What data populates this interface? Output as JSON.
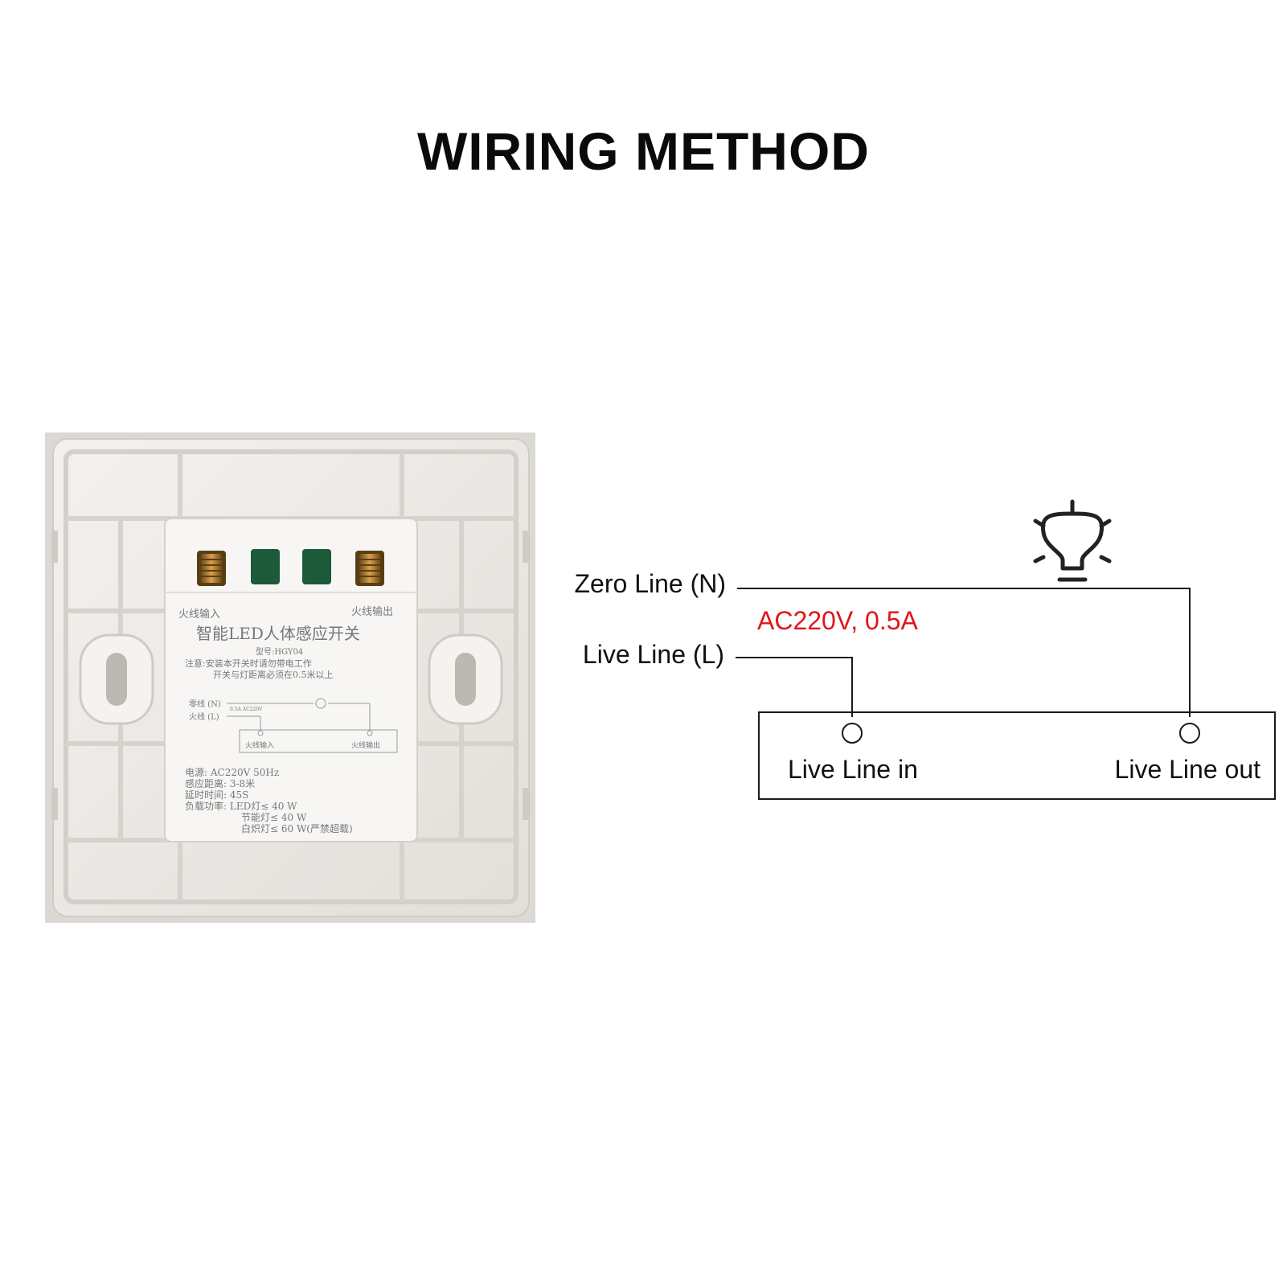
{
  "title": "WIRING METHOD",
  "diagram": {
    "zero_line_label": "Zero Line (N)",
    "live_line_label": "Live Line (L)",
    "rating_label": "AC220V, 0.5A",
    "terminal_in_label": "Live Line in",
    "terminal_out_label": "Live Line out",
    "rating_color": "#e0161c",
    "line_color": "#1a1a1a",
    "lamp_icon": "light-bulb-icon"
  },
  "device": {
    "top_left_label": "火线输入",
    "top_right_label": "火线输出",
    "product_name": "智能LED人体感应开关",
    "model": "型号:HGY04",
    "notice_line_1": "注意:安装本开关时请勿带电工作",
    "notice_line_2": "开关与灯距离必须在0.5米以上",
    "mini_zero": "零线 (N)",
    "mini_live": "火线 (L)",
    "mini_rating": "0.5A AC220V",
    "mini_in": "火线输入",
    "mini_out": "火线输出",
    "spec_power": "电源: AC220V 50Hz",
    "spec_range": "感应距离: 3-8米",
    "spec_delay": "延时时间: 45S",
    "spec_load_led": "负载功率: LED灯≤ 40 W",
    "spec_load_cfl": "节能灯≤ 40 W",
    "spec_load_inc": "白炽灯≤ 60 W(严禁超载)"
  }
}
